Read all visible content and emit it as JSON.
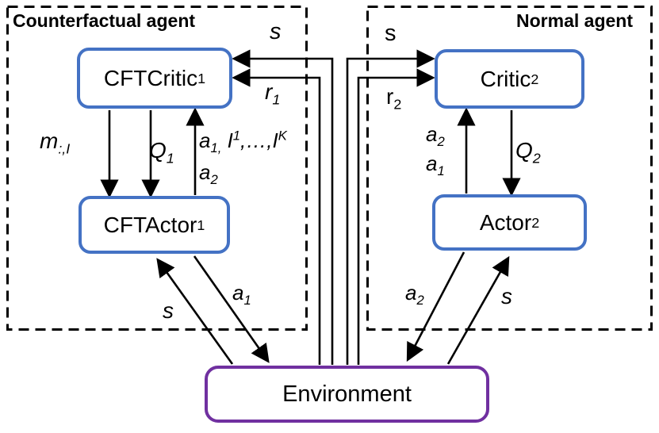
{
  "colors": {
    "agent_box_border": "#4472C4",
    "environment_border": "#7030A0",
    "line": "#000000",
    "background": "#ffffff",
    "text": "#000000"
  },
  "groups": {
    "counterfactual": {
      "title": "Counterfactual agent"
    },
    "normal": {
      "title": "Normal agent"
    }
  },
  "nodes": {
    "cftcritic1": [
      {
        "t": "CFTCritic"
      },
      {
        "t": "1",
        "v": "sub"
      }
    ],
    "cftactor1": [
      {
        "t": "CFTActor"
      },
      {
        "t": "1",
        "v": "sub"
      }
    ],
    "critic2": [
      {
        "t": "Critic"
      },
      {
        "t": "2",
        "v": "sub"
      }
    ],
    "actor2": [
      {
        "t": "Actor"
      },
      {
        "t": "2",
        "v": "sub"
      }
    ],
    "environment": "Environment"
  },
  "edge_labels": {
    "s_to_cftcritic1": "s",
    "s_to_critic2": "s",
    "r1": [
      {
        "t": "r"
      },
      {
        "t": "1",
        "v": "sub"
      }
    ],
    "r2": [
      {
        "t": "r"
      },
      {
        "t": "2",
        "v": "sub"
      }
    ],
    "m_col": [
      {
        "t": "m"
      },
      {
        "t": ":,I",
        "v": "sub"
      }
    ],
    "q1": [
      {
        "t": "Q"
      },
      {
        "t": "1",
        "v": "sub"
      }
    ],
    "q2": [
      {
        "t": "Q"
      },
      {
        "t": "2",
        "v": "sub"
      }
    ],
    "a1_messages": [
      {
        "t": "a"
      },
      {
        "t": "1,",
        "v": "sub"
      },
      {
        "t": " I"
      },
      {
        "t": "1",
        "v": "sup"
      },
      {
        "t": ",…,I"
      },
      {
        "t": "K",
        "v": "sup"
      }
    ],
    "a2_up_left": [
      {
        "t": "a"
      },
      {
        "t": "2",
        "v": "sub"
      }
    ],
    "a2_up_right": [
      {
        "t": "a"
      },
      {
        "t": "2",
        "v": "sub"
      }
    ],
    "a1_up_right": [
      {
        "t": "a"
      },
      {
        "t": "1",
        "v": "sub"
      }
    ],
    "s_to_cftactor1": "s",
    "a1_to_env": [
      {
        "t": "a"
      },
      {
        "t": "1",
        "v": "sub"
      }
    ],
    "a2_to_env": [
      {
        "t": "a"
      },
      {
        "t": "2",
        "v": "sub"
      }
    ],
    "s_to_actor2": "s"
  }
}
